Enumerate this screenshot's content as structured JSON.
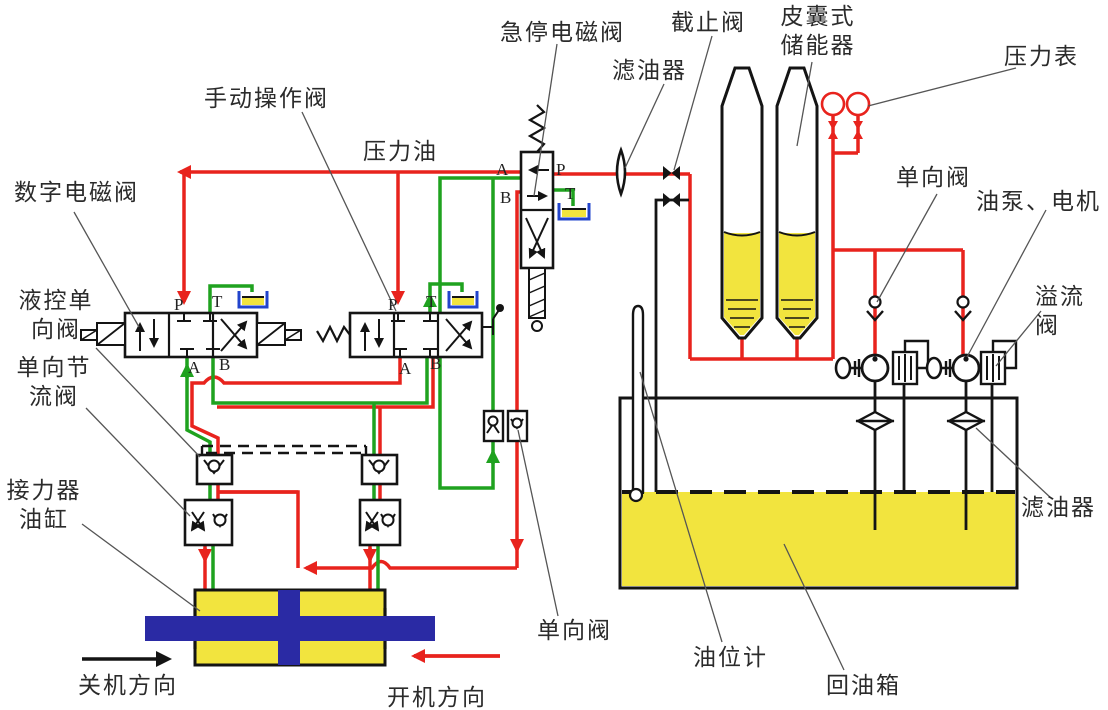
{
  "diagram": {
    "labels": {
      "emergency_solenoid_valve": "急停电磁阀",
      "stop_valve": "截止阀",
      "bladder_accumulator": "皮囊式\n储能器",
      "pressure_gauge": "压力表",
      "oil_filter_top": "滤油器",
      "manual_operated_valve": "手动操作阀",
      "pressure_oil": "压力油",
      "digital_solenoid_valve": "数字电磁阀",
      "pilot_check_valve": "液控单\n向阀",
      "one_way_throttle_valve": "单向节\n流阀",
      "servomotor_cylinder": "接力器\n油缸",
      "shutdown_direction": "关机方向",
      "startup_direction": "开机方向",
      "check_valve_bottom": "单向阀",
      "oil_level_gauge": "油位计",
      "return_oil_tank": "回油箱",
      "check_valve_right": "单向阀",
      "oil_pump_motor": "油泵、电机",
      "relief_valve": "溢流阀",
      "oil_filter_right": "滤油器"
    },
    "ports": {
      "a": "A",
      "b": "B",
      "p": "P",
      "t": "T"
    },
    "colors": {
      "pressure_line": "#e8231d",
      "return_line": "#1fa21f",
      "oil_fill": "#f2e43e",
      "piston_rod": "#2a2aa4",
      "black_line": "#141414",
      "tank_symbol_border": "#2244cc"
    }
  }
}
